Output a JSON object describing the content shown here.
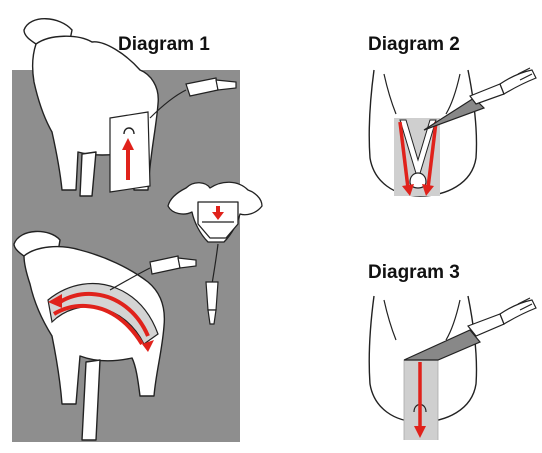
{
  "diagrams": [
    {
      "title": "Diagram 1"
    },
    {
      "title": "Diagram 2"
    },
    {
      "title": "Diagram 3"
    }
  ],
  "colors": {
    "panel_gray": "#8e8e8e",
    "light_gray": "#cfcfcf",
    "arrow_red": "#e0221b",
    "outline": "#222222"
  }
}
